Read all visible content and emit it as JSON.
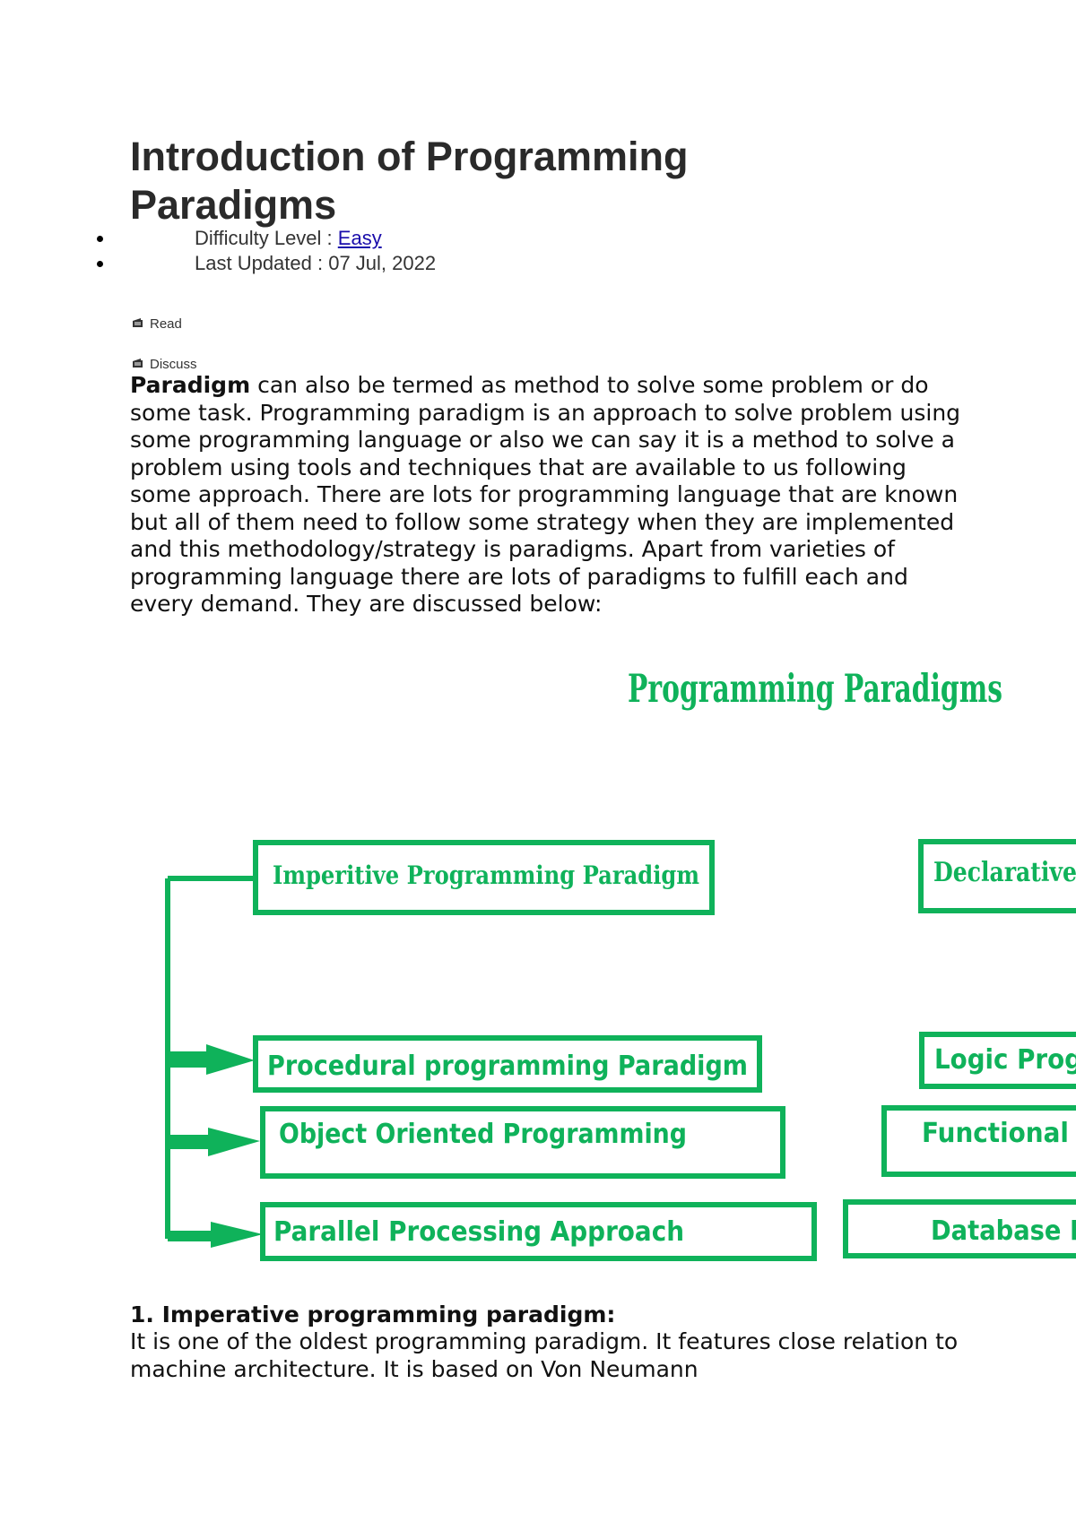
{
  "article": {
    "title": "Introduction of Programming Paradigms",
    "meta": {
      "difficulty_label": "Difficulty Level : ",
      "difficulty_value": "Easy",
      "updated_label": "Last Updated : 07 Jul, 2022"
    },
    "actions": {
      "read_label": "Read",
      "discuss_label": "Discuss"
    },
    "intro": {
      "lead_term": "Paradigm",
      "text": " can also be termed as method to solve some problem or do some task. Programming paradigm is an approach to solve problem using some programming language or also we can say it is a method to solve a problem using tools and techniques that are available to us following some approach. There are lots for programming language that are known but all of them need to follow some strategy when they are implemented and this methodology/strategy is paradigms. Apart from varieties of programming language there are lots of paradigms to fulfill each and every demand. They are discussed below:"
    },
    "diagram": {
      "heading": "Programming Paradigms",
      "accent_color": "#0fb25a",
      "left_root": "Imperitive Programming Paradigm",
      "left_children": [
        "Procedural programming Paradigm",
        "Object Oriented Programming",
        "Parallel Processing  Approach"
      ],
      "right_root": "Declarative",
      "right_children": [
        "Logic Prog",
        "Functional I",
        "Database P"
      ]
    },
    "section1": {
      "heading": "1. Imperative programming paradigm:",
      "text": "It is one of the oldest programming paradigm. It features close relation to machine architecture. It is based on Von Neumann"
    }
  }
}
